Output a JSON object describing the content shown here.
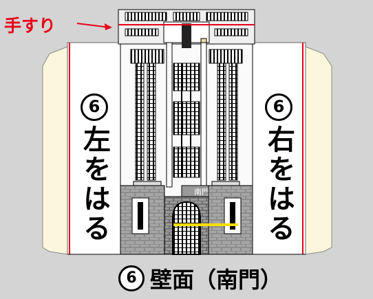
{
  "handrail_label": "手すり",
  "left_panel": {
    "number": "6",
    "text": "左をはる"
  },
  "right_panel": {
    "number": "6",
    "text": "右をはる"
  },
  "gate_plaque": "南門",
  "caption": {
    "number": "6",
    "text": "壁面（南門）"
  },
  "colors": {
    "background": "#d4d4d4",
    "side_flap": "#fcf7dc",
    "fold_line": "#e8001a",
    "handrail_line": "#e8001a",
    "marker": "#ffdd00",
    "stone": "#8d8d8d"
  }
}
